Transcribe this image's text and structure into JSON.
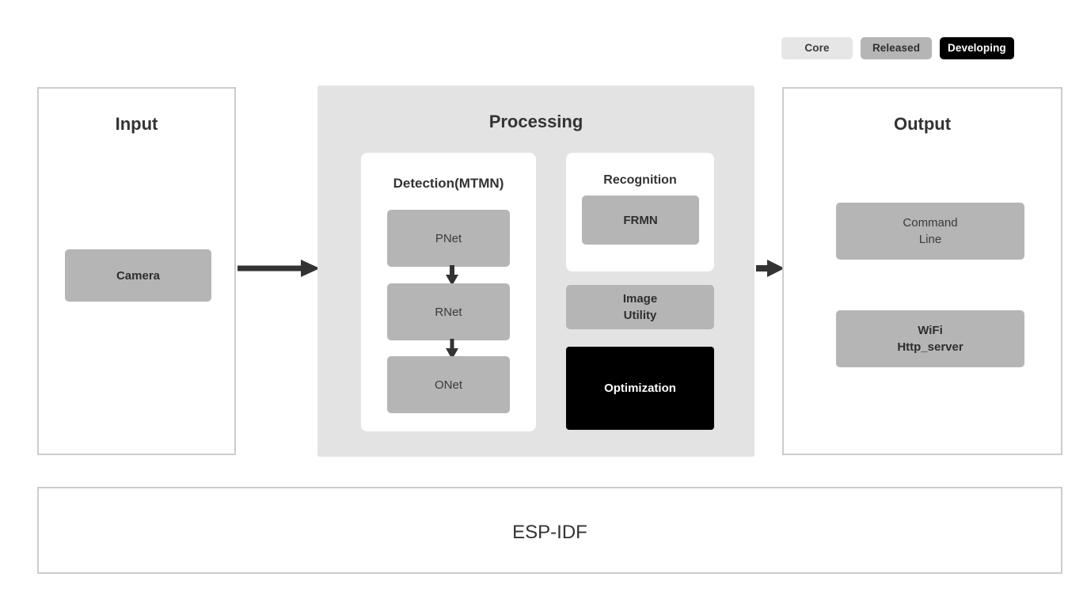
{
  "legend": {
    "items": [
      {
        "label": "Core",
        "color": "#e6e6e6",
        "name": "legend-chip-core"
      },
      {
        "label": "Released",
        "color": "#b5b5b5",
        "name": "legend-chip-released"
      },
      {
        "label": "Developing",
        "color": "#000000",
        "name": "legend-chip-developing"
      }
    ]
  },
  "panels": {
    "input": {
      "title": "Input",
      "nodes": [
        {
          "label": "Camera",
          "status": "Released"
        }
      ]
    },
    "processing": {
      "title": "Processing",
      "detection": {
        "title": "Detection(MTMN)",
        "nodes": [
          {
            "label": "PNet",
            "status": "Released"
          },
          {
            "label": "RNet",
            "status": "Released"
          },
          {
            "label": "ONet",
            "status": "Released"
          }
        ]
      },
      "recognition": {
        "title": "Recognition",
        "nodes": [
          {
            "label": "FRMN",
            "status": "Released"
          }
        ]
      },
      "extras": [
        {
          "label_line1": "Image",
          "label_line2": "Utility",
          "status": "Released"
        },
        {
          "label_line1": "Optimization",
          "label_line2": "",
          "status": "Developing"
        }
      ]
    },
    "output": {
      "title": "Output",
      "nodes": [
        {
          "label_line1": "Command",
          "label_line2": "Line",
          "status": "Released"
        },
        {
          "label_line1": "WiFi",
          "label_line2": "Http_server",
          "status": "Released"
        }
      ]
    },
    "foundation": {
      "title": "ESP-IDF",
      "status": "Core"
    }
  },
  "arrows": {
    "input_to_processing": "arrow-right",
    "processing_to_output": "arrow-right",
    "pnet_to_rnet": "arrow-down",
    "rnet_to_onet": "arrow-down"
  },
  "colors": {
    "core": "#e6e6e6",
    "released": "#b5b5b5",
    "developing": "#000000",
    "panel_fill": "#e3e3e3",
    "panel_border": "#cccccc",
    "text": "#333333",
    "arrow": "#333333"
  }
}
